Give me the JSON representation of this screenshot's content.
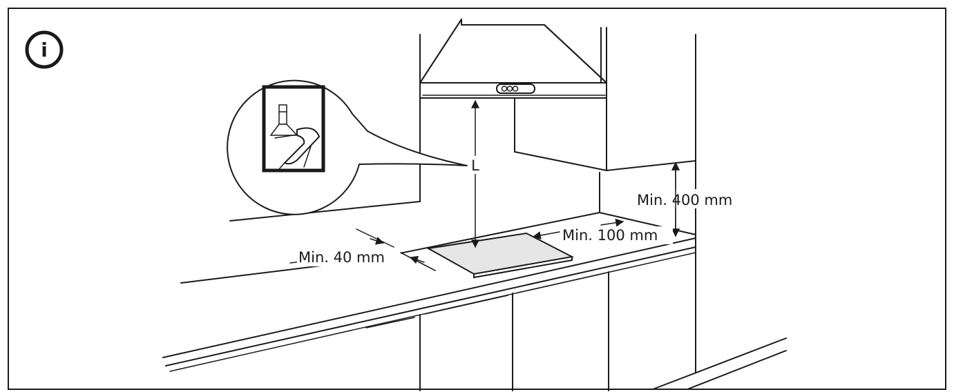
{
  "labels": {
    "hood_distance": "L",
    "min_side_gap": "Min. 40 mm",
    "min_back_gap": "Min. 100 mm",
    "min_cabinet_height": "Min. 400 mm"
  },
  "icons": {
    "info": "info-icon",
    "info_glyph": "i"
  },
  "colors": {
    "line": "#1a1a1a",
    "background": "#ffffff",
    "hob": "#e6e6e6"
  }
}
